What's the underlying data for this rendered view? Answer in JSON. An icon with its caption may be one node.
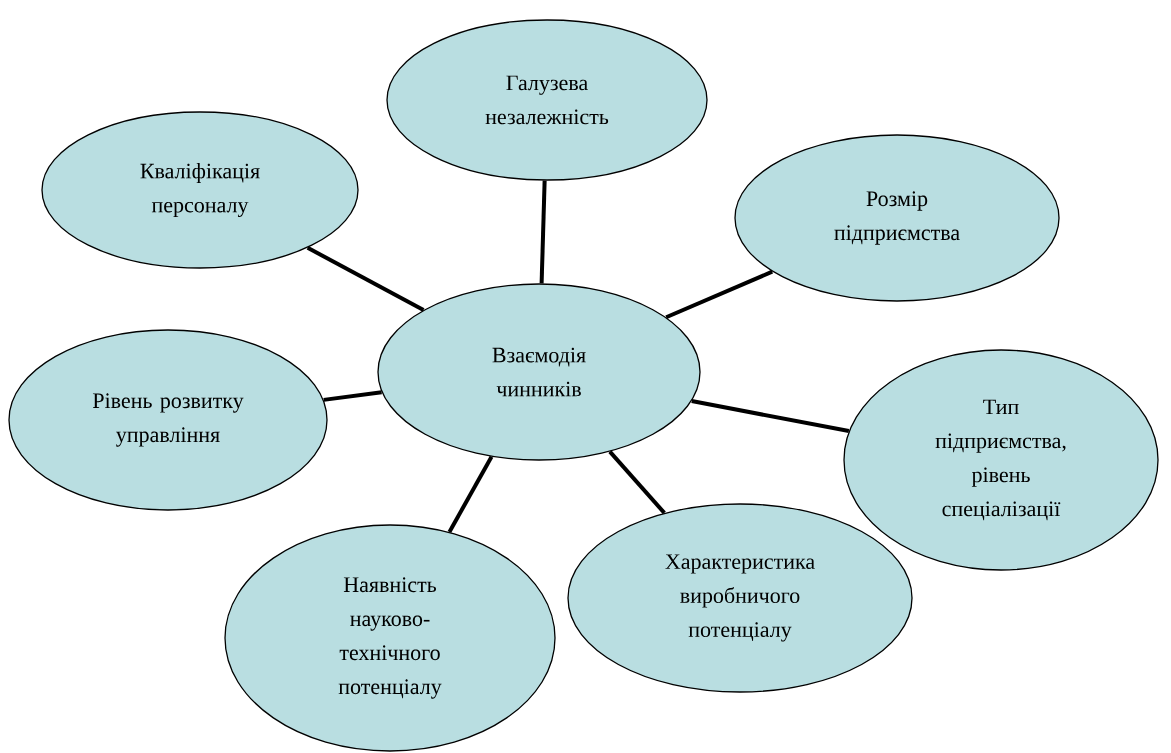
{
  "diagram": {
    "nodes": [
      {
        "text": [
          "Галузева незалежність"
        ]
      },
      {
        "text": [
          "Кваліфікація персоналу"
        ]
      },
      {
        "text": [
          "Розмір підприємства"
        ]
      },
      {
        "text": [
          "Взаємодія чинників"
        ]
      },
      {
        "text": [
          "Рівень розвитку управління"
        ]
      },
      {
        "text": [
          "Тип підприємства, рівень спеціалізації"
        ]
      },
      {
        "text": [
          "Характеристика виробничого потенціалу"
        ]
      },
      {
        "text": [
          "Наявність науково-технічного потенціалу"
        ]
      }
    ],
    "edges": [
      {
        "from": 3,
        "to": 0,
        "arrow": "none"
      },
      {
        "from": 3,
        "to": 1,
        "arrow": "none"
      },
      {
        "from": 3,
        "to": 2,
        "arrow": "none"
      },
      {
        "from": 3,
        "to": 4,
        "arrow": "none"
      },
      {
        "from": 3,
        "to": 5,
        "arrow": "none"
      },
      {
        "from": 3,
        "to": 6,
        "arrow": "none"
      },
      {
        "from": 3,
        "to": 7,
        "arrow": "none"
      }
    ]
  }
}
